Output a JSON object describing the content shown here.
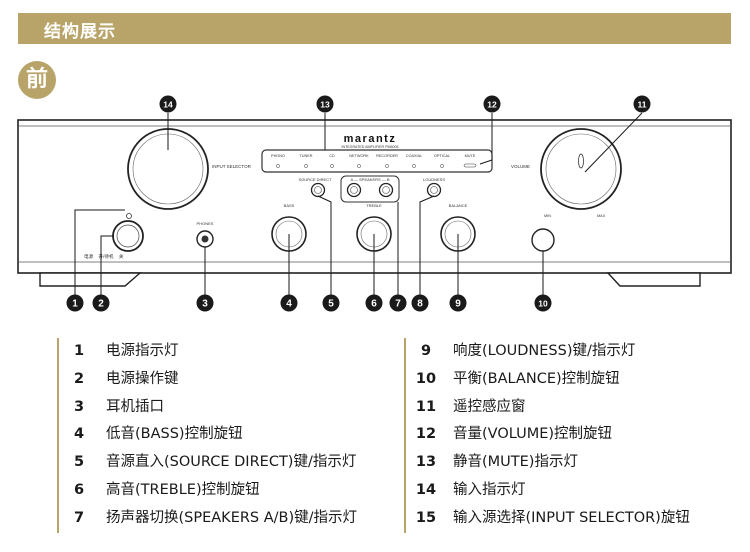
{
  "header": {
    "title": "结构展示"
  },
  "section": {
    "badge": "前"
  },
  "device": {
    "brand": "marantz",
    "model": "INTEGRATED AMPLIFIER PM6005",
    "input_selector_label": "INPUT SELECTOR",
    "volume_label": "VOLUME",
    "inputs": [
      "PHONO",
      "TUNER",
      "CD",
      "NETWORK",
      "RECORDER",
      "COAXIAL",
      "OPTICAL"
    ],
    "mute_label": "MUTE",
    "source_direct_label": "SOURCE DIRECT",
    "speakers_label": "A — SPEAKERS — B",
    "loudness_label": "LOUDNESS",
    "bass_label": "BASS",
    "treble_label": "TREBLE",
    "balance_label": "BALANCE",
    "phones_label": "PHONES",
    "power_label": "电源",
    "power_on_label": "开/待机",
    "power_off_label": "关",
    "min_label": "MIN",
    "max_label": "MAX"
  },
  "callouts": {
    "top": [
      "14",
      "13",
      "12",
      "11"
    ],
    "bottom": [
      "1",
      "2",
      "3",
      "4",
      "5",
      "6",
      "7",
      "8",
      "9",
      "10"
    ]
  },
  "legend": {
    "left": [
      {
        "num": "1",
        "text": "电源指示灯"
      },
      {
        "num": "2",
        "text": "电源操作键"
      },
      {
        "num": "3",
        "text": "耳机插口"
      },
      {
        "num": "4",
        "text": "低音(BASS)控制旋钮"
      },
      {
        "num": "5",
        "text": "音源直入(SOURCE DIRECT)键/指示灯"
      },
      {
        "num": "6",
        "text": "高音(TREBLE)控制旋钮"
      },
      {
        "num": "7",
        "text": "扬声器切换(SPEAKERS A/B)键/指示灯"
      }
    ],
    "right": [
      {
        "num": "9",
        "text": "响度(LOUDNESS)键/指示灯"
      },
      {
        "num": "10",
        "text": "平衡(BALANCE)控制旋钮"
      },
      {
        "num": "11",
        "text": "遥控感应窗"
      },
      {
        "num": "12",
        "text": "音量(VOLUME)控制旋钮"
      },
      {
        "num": "13",
        "text": "静音(MUTE)指示灯"
      },
      {
        "num": "14",
        "text": "输入指示灯"
      },
      {
        "num": "15",
        "text": "输入源选择(INPUT SELECTOR)旋钮"
      }
    ]
  },
  "colors": {
    "accent": "#b8a468",
    "callout": "#1a1a1a",
    "line": "#2a6fd1"
  }
}
